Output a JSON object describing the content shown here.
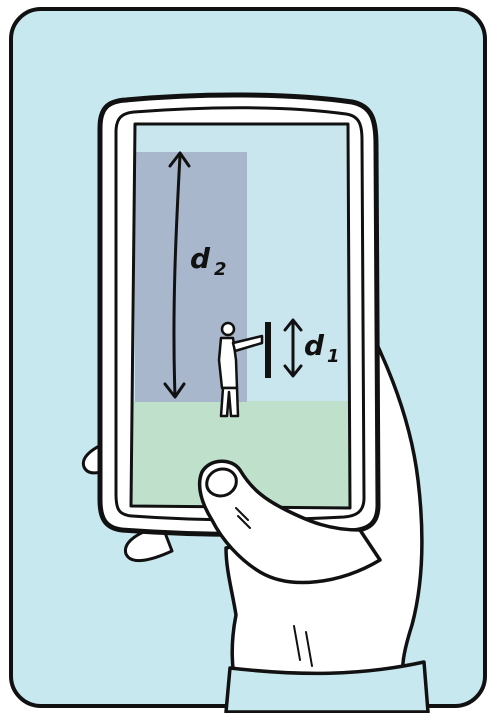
{
  "illustration": {
    "label_d2": "d",
    "label_d2_subscript": "2",
    "label_d1": "d",
    "label_d1_subscript": "1",
    "colors": {
      "card_background": "#c7e8ef",
      "card_border": "#111111",
      "phone_body": "#ffffff",
      "phone_outline": "#111111",
      "screen_sky": "#c9e6ee",
      "screen_blue_region": "#a8b7cc",
      "screen_ground": "#bfe0cb",
      "hand_skin": "#ffffff",
      "ink": "#111111"
    }
  }
}
